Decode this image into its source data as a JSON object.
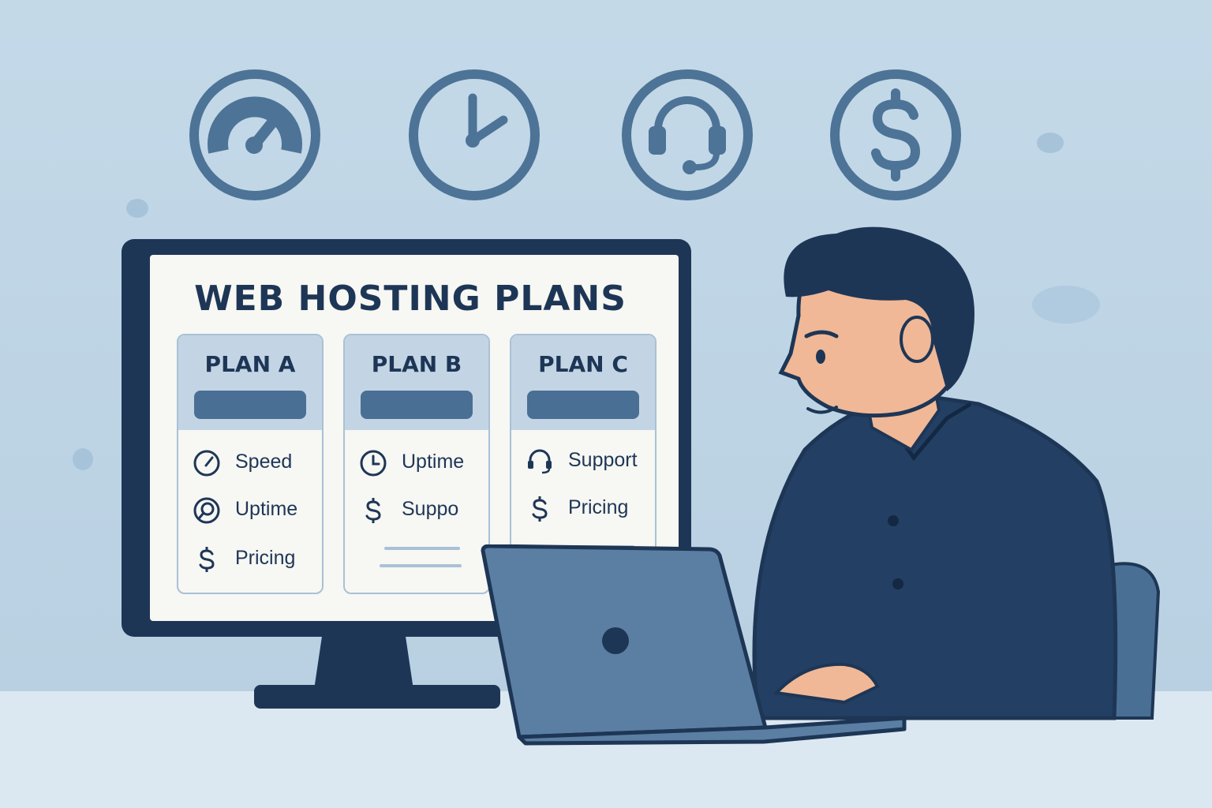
{
  "scene": {
    "top_icons": [
      "speedometer-icon",
      "clock-icon",
      "headset-icon",
      "dollar-icon"
    ],
    "colors": {
      "accent": "#4a6f94",
      "dark": "#1e3656",
      "background": "#c4d9e8"
    }
  },
  "screen": {
    "title": "WEB HOSTING PLANS",
    "plans": [
      {
        "name": "PLAN A",
        "features": [
          {
            "icon": "speedometer-icon",
            "label": "Speed"
          },
          {
            "icon": "magnifier-icon",
            "label": "Uptime"
          },
          {
            "icon": "dollar-icon",
            "label": "Pricing"
          }
        ]
      },
      {
        "name": "PLAN B",
        "features": [
          {
            "icon": "clock-icon",
            "label": "Uptime"
          },
          {
            "icon": "dollar-icon",
            "label": "Suppo"
          }
        ]
      },
      {
        "name": "PLAN C",
        "features": [
          {
            "icon": "headset-icon",
            "label": "Support"
          },
          {
            "icon": "dollar-icon",
            "label": "Pricing"
          }
        ]
      }
    ]
  }
}
